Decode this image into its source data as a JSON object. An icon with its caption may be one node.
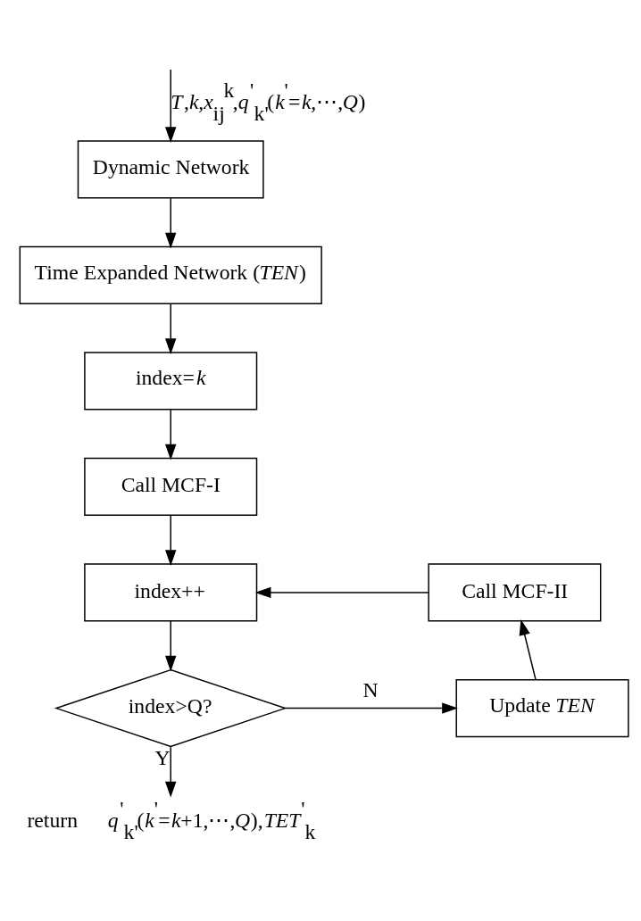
{
  "diagram": {
    "nodes": [
      {
        "text": [
          "Dynamic Network"
        ]
      },
      {
        "text": [
          "Time Expanded Network (*TEN*)"
        ]
      },
      {
        "text": [
          "index=*k*"
        ]
      },
      {
        "text": [
          "Call MCF-I"
        ]
      },
      {
        "text": [
          "index++"
        ]
      },
      {
        "text": [
          "index>Q?"
        ]
      },
      {
        "text": [
          "Update *TEN*"
        ]
      },
      {
        "text": [
          "Call MCF-II"
        ]
      },
      {
        "text": [
          "return",
          "*q*$^{'}$$_{k'}$(*k*$^{'}$=*k*+1,⋯,*Q*),*TET*$^{'}$$_{k}$"
        ]
      }
    ],
    "edges": [
      {
        "from": null,
        "to": 0,
        "arrow": "to",
        "label": "*T*,*k*,*x*$_{ij}$$^{k}$,*q*$^{'}$$_{k'}$(*k*$^{'}$=*k*,⋯,*Q*)"
      },
      {
        "from": 0,
        "to": 1,
        "arrow": "to"
      },
      {
        "from": 1,
        "to": 2,
        "arrow": "to"
      },
      {
        "from": 2,
        "to": 3,
        "arrow": "to"
      },
      {
        "from": 3,
        "to": 4,
        "arrow": "to"
      },
      {
        "from": 4,
        "to": 5,
        "arrow": "to"
      },
      {
        "from": 5,
        "to": 6,
        "arrow": "to",
        "label": "N"
      },
      {
        "from": 6,
        "to": 7,
        "arrow": "to"
      },
      {
        "from": 7,
        "to": 4,
        "arrow": "to"
      },
      {
        "from": 5,
        "to": 8,
        "arrow": "to",
        "label": "Y"
      }
    ]
  }
}
